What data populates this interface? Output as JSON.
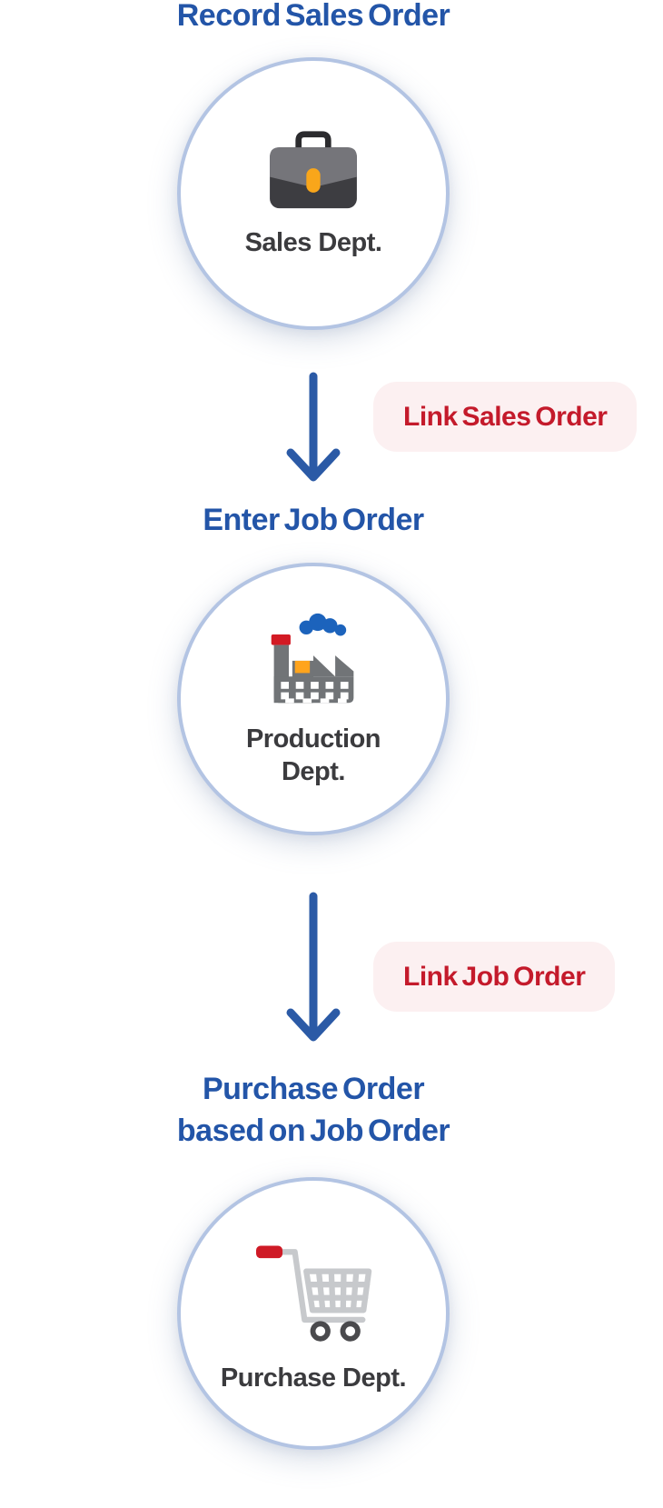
{
  "diagram": {
    "steps": [
      {
        "title": "Record Sales Order",
        "dept": "Sales Dept.",
        "icon": "briefcase-icon"
      },
      {
        "title": "Enter Job Order",
        "dept": "Production\nDept.",
        "icon": "factory-icon"
      },
      {
        "title_line1": "Purchase Order",
        "title_line2": "based on Job Order",
        "dept": "Purchase Dept.",
        "icon": "cart-icon"
      }
    ],
    "connectors": [
      {
        "label": "Link Sales Order"
      },
      {
        "label": "Link Job Order"
      }
    ],
    "colors": {
      "title_blue": "#2355a8",
      "arrow_blue": "#2b5aa6",
      "badge_text_red": "#c41a2b",
      "badge_background": "#fcf0f1",
      "circle_border": "#b3c4e3",
      "dept_text": "#3b3b3e",
      "briefcase_dark": "#3d3d41",
      "briefcase_light": "#75757a",
      "briefcase_clasp": "#f9a61a",
      "factory_gray": "#717477",
      "factory_red": "#d31a24",
      "factory_smoke_blue": "#1c63bc",
      "factory_window_orange": "#ffa41c",
      "cart_gray": "#c7c9cc",
      "cart_grip_red": "#cf1a26",
      "cart_wheel": "#4a4a4d"
    }
  }
}
